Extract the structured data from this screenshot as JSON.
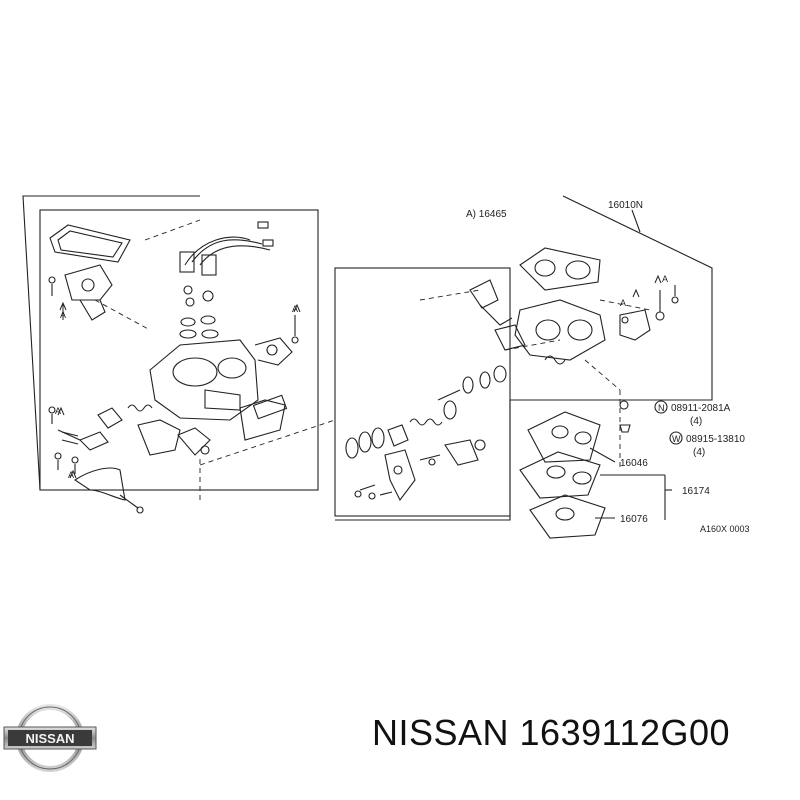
{
  "callouts": {
    "top_right": "16010N",
    "assembly": "A) 16465",
    "n_part": "08911-2081A",
    "n_qty": "(4)",
    "w_part": "08915-13810",
    "w_qty": "(4)",
    "gasket_a": "16046",
    "gasket_kit": "16174",
    "gasket_b": "16076",
    "ref_code": "A160X 0003",
    "n_symbol": "N",
    "w_symbol": "W",
    "arrow_a": "A"
  },
  "brand": {
    "logo_text": "NISSAN"
  },
  "caption": "NISSAN 1639112G00"
}
